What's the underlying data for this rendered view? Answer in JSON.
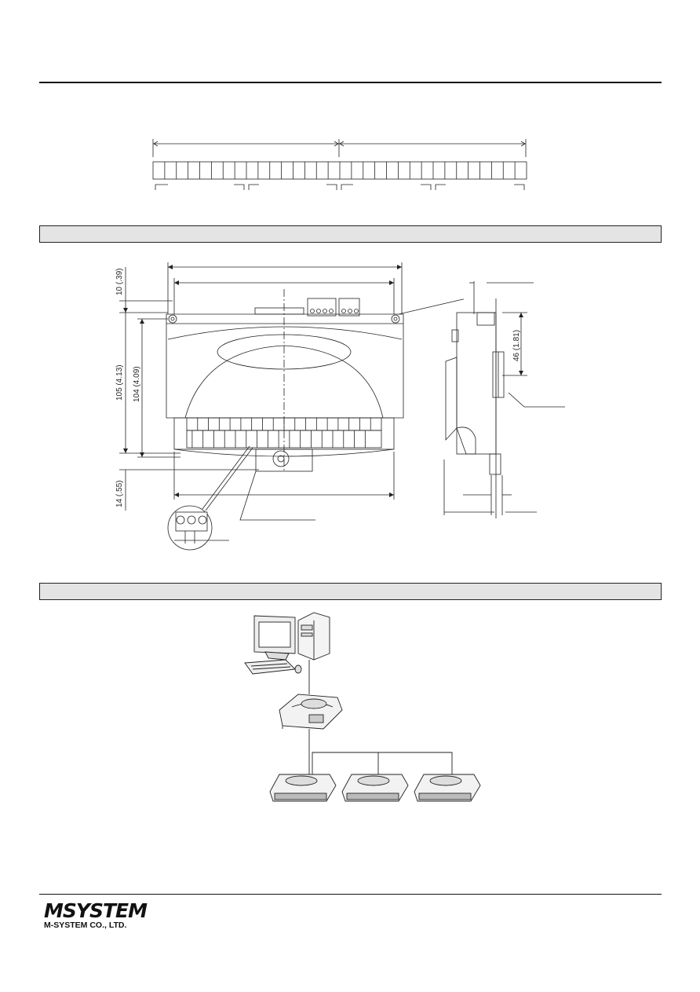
{
  "dimension_labels": {
    "top_offset": "10 (.39)",
    "height_overall": "105 (4.13)",
    "height_body": "104 (4.09)",
    "bottom_offset": "14 (.55)",
    "side_height": "46 (1.81)"
  },
  "footer": {
    "logo": "MSYSTEM",
    "company": "M-SYSTEM CO., LTD."
  }
}
